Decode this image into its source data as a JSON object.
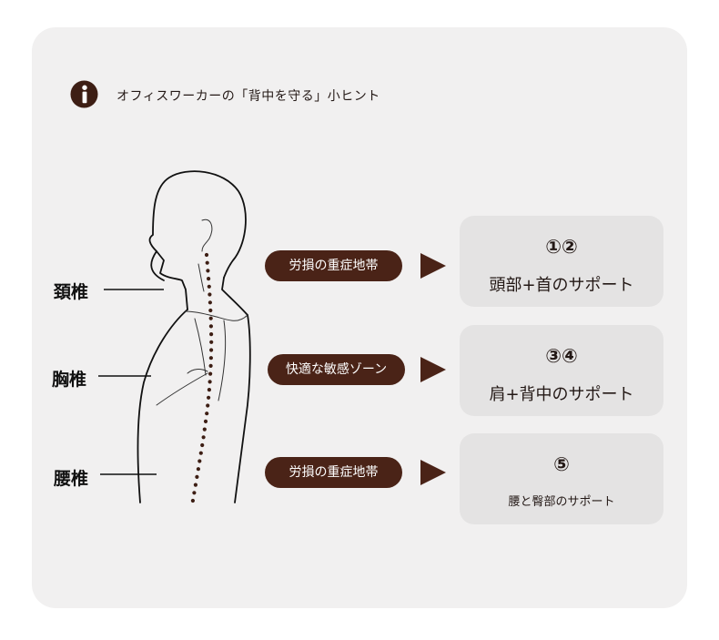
{
  "header": {
    "title": "オフィスワーカーの「背中を守る」小ヒント",
    "icon": "info-icon"
  },
  "spine_labels": {
    "cervical": "頚椎",
    "thoracic": "胸椎",
    "lumbar": "腰椎"
  },
  "zones": [
    {
      "label": "労損の重症地帯"
    },
    {
      "label": "快適な敏感ゾーン"
    },
    {
      "label": "労損の重症地帯"
    }
  ],
  "supports": [
    {
      "numbers": "①②",
      "text": "頭部+首のサポート"
    },
    {
      "numbers": "③④",
      "text": "肩+背中のサポート"
    },
    {
      "numbers": "⑤",
      "text": "腰と臀部のサポート"
    }
  ],
  "colors": {
    "accent": "#4a2317",
    "card_background": "#f1f0f0",
    "box_background": "#e4e3e3",
    "text": "#231815"
  }
}
